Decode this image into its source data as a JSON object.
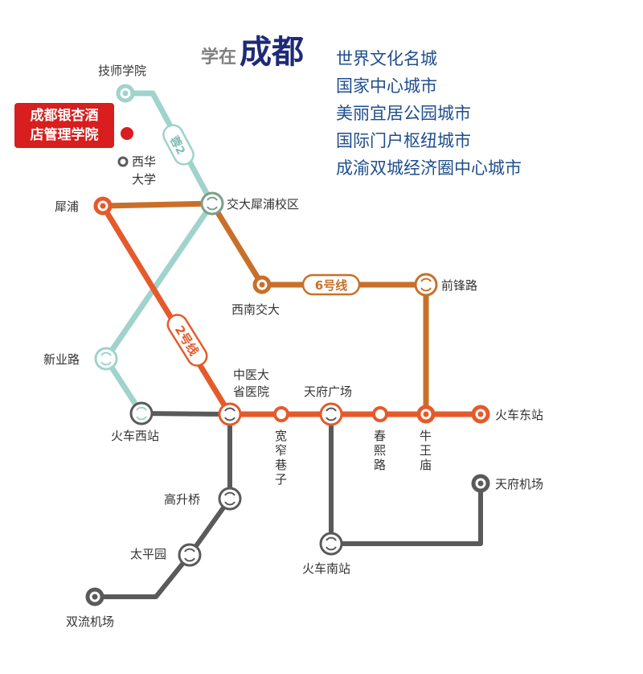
{
  "headline": {
    "prefix": "学在",
    "city": "成都"
  },
  "slogans": [
    "世界文化名城",
    "国家中心城市",
    "美丽宜居公园城市",
    "国际门户枢纽城市",
    "成渝双城经济圈中心城市"
  ],
  "school": {
    "lines": [
      "成都银杏酒",
      "店管理学院"
    ],
    "color": "#d81e1e"
  },
  "line_colors": {
    "line2": "#e55a2b",
    "line6": "#c8702a",
    "rail2": "#9fd3cc",
    "rail_gray": "#5a5a5a"
  },
  "line_labels": {
    "line2": "2号线",
    "line6": "6号线",
    "rail2": "蓉2"
  },
  "stations": {
    "jishi": "技师学院",
    "xihua": [
      "西华",
      "大学"
    ],
    "xipu": "犀浦",
    "jiaoda_xipu": "交大犀浦校区",
    "xinan_jiaoda": "西南交大",
    "qianfeng": "前锋路",
    "xinye": "新业路",
    "huoche_xi": "火车西站",
    "zhongyi": [
      "中医大",
      "省医院"
    ],
    "kuanzhai": [
      "宽",
      "窄",
      "巷",
      "子"
    ],
    "tianfu_guangchang": "天府广场",
    "chunxi": [
      "春",
      "熙",
      "路"
    ],
    "niuwang": [
      "牛",
      "王",
      "庙"
    ],
    "huoche_dong": "火车东站",
    "gaosheng": "高升桥",
    "taiping": "太平园",
    "shuangliu": "双流机场",
    "huoche_nan": "火车南站",
    "tianfu_jichang": "天府机场"
  }
}
